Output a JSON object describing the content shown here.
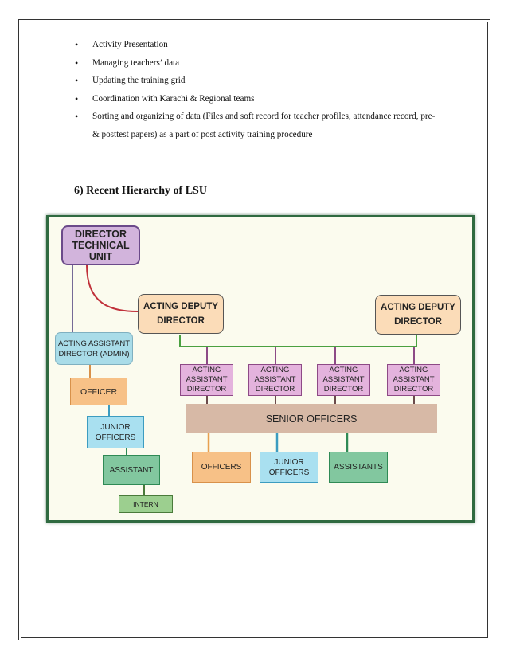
{
  "bullets": [
    "Activity  Presentation",
    "Managing  teachers’  data",
    "Updating  the  training  grid",
    "Coordination  with  Karachi & Regional  teams",
    "Sorting  and  organizing  of data (Files  and  soft record for  teacher profiles,  attendance record, pre-& posttest papers) as a part of post activity  training  procedure"
  ],
  "section_heading": "6)  Recent Hierarchy of LSU",
  "org_chart": {
    "director": "DIRECTOR\nTECHNICAL\nUNIT",
    "deputy_left": "ACTING DEPUTY\nDIRECTOR",
    "deputy_right": "ACTING DEPUTY\nDIRECTOR",
    "aad_admin": "ACTING ASSISTANT\nDIRECTOR (ADMIN)",
    "officer": "OFFICER",
    "junior_officers": "JUNIOR\nOFFICERS",
    "assistant": "ASSISTANT",
    "intern": "INTERN",
    "aad_1": "ACTING\nASSISTANT\nDIRECTOR",
    "aad_2": "ACTING\nASSISTANT\nDIRECTOR",
    "aad_3": "ACTING\nASSISTANT\nDIRECTOR",
    "aad_4": "ACTING\nASSISTANT\nDIRECTOR",
    "senior_officers": "SENIOR OFFICERS",
    "officers": "OFFICERS",
    "junior_officers_2": "JUNIOR\nOFFICERS",
    "assistants": "ASSISTANTS"
  }
}
